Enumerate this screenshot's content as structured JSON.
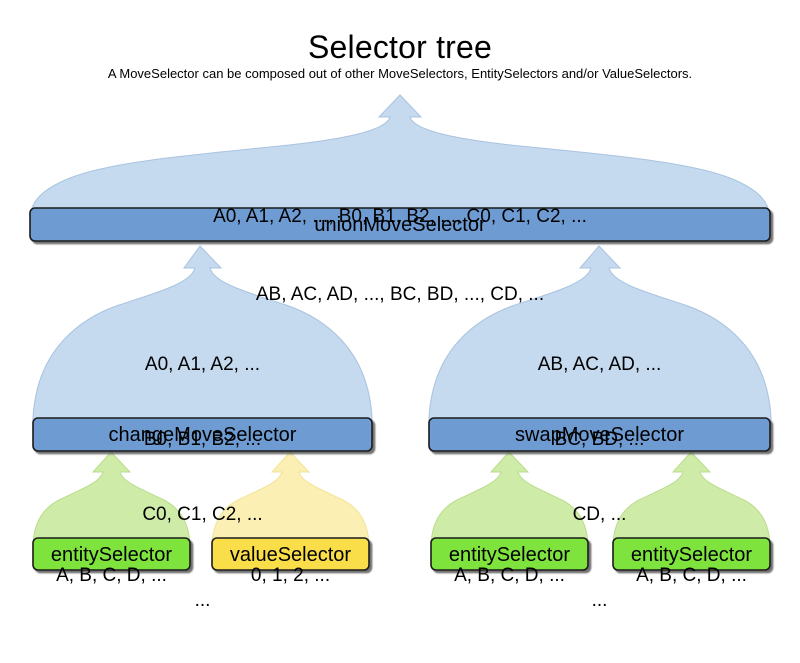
{
  "header": {
    "title": "Selector tree",
    "subtitle": "A MoveSelector can be composed out of other MoveSelectors, EntitySelectors and/or ValueSelectors."
  },
  "colors": {
    "move_bubble_fill": "#c5d9ef",
    "move_bubble_stroke": "#a9c3e0",
    "move_bar_fill": "#6e9bd1",
    "move_bar_stroke": "#1a1a1a",
    "entity_bubble_fill": "#cfeba8",
    "entity_bubble_stroke": "#b9dd8c",
    "entity_bar_fill": "#7ee33c",
    "value_bubble_fill": "#fbefb4",
    "value_bubble_stroke": "#f2e396",
    "value_bar_fill": "#fade4a",
    "text": "#000000"
  },
  "nodes": {
    "union": {
      "label": "unionMoveSelector",
      "kind": "move-selector",
      "content_lines": [
        "A0, A1, A2, ..., B0, B1, B2, ..., C0, C1, C2, ...",
        "AB, AC, AD, ..., BC, BD, ..., CD, ..."
      ]
    },
    "change": {
      "label": "changeMoveSelector",
      "kind": "move-selector",
      "content_lines": [
        "A0, A1, A2, ...",
        "B0, B1, B2, ...",
        "C0, C1, C2, ...",
        "..."
      ]
    },
    "swap": {
      "label": "swapMoveSelector",
      "kind": "move-selector",
      "content_lines": [
        "AB, AC, AD, ...",
        "BC, BD, ...",
        "CD, ...",
        "..."
      ]
    },
    "change_entity": {
      "label": "entitySelector",
      "kind": "entity-selector",
      "content_lines": [
        "A, B, C, D, ..."
      ]
    },
    "change_value": {
      "label": "valueSelector",
      "kind": "value-selector",
      "content_lines": [
        "0, 1, 2, ..."
      ]
    },
    "swap_entity_left": {
      "label": "entitySelector",
      "kind": "entity-selector",
      "content_lines": [
        "A, B, C, D, ..."
      ]
    },
    "swap_entity_right": {
      "label": "entitySelector",
      "kind": "entity-selector",
      "content_lines": [
        "A, B, C, D, ..."
      ]
    }
  }
}
